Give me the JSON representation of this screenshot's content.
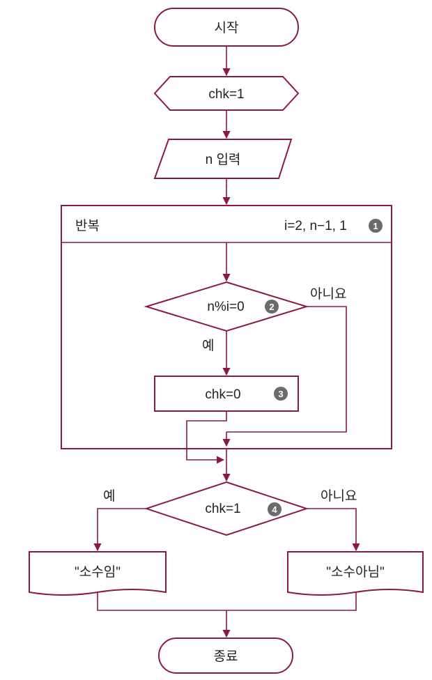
{
  "colors": {
    "stroke": "#8b1a3c",
    "badge": "#6b6b6b",
    "text": "#222222"
  },
  "start": {
    "label": "시작"
  },
  "init": {
    "label": "chk=1"
  },
  "input": {
    "label": "n 입력"
  },
  "loop": {
    "title": "반복",
    "range": "i=2, n−1, 1",
    "badge": "1"
  },
  "cond1": {
    "label": "n%i=0",
    "badge": "2",
    "yes": "예",
    "no": "아니요"
  },
  "assign": {
    "label": "chk=0",
    "badge": "3"
  },
  "cond2": {
    "label": "chk=1",
    "badge": "4",
    "yes": "예",
    "no": "아니요"
  },
  "out_yes": {
    "label": "\"소수임\""
  },
  "out_no": {
    "label": "\"소수아님\""
  },
  "end": {
    "label": "종료"
  }
}
